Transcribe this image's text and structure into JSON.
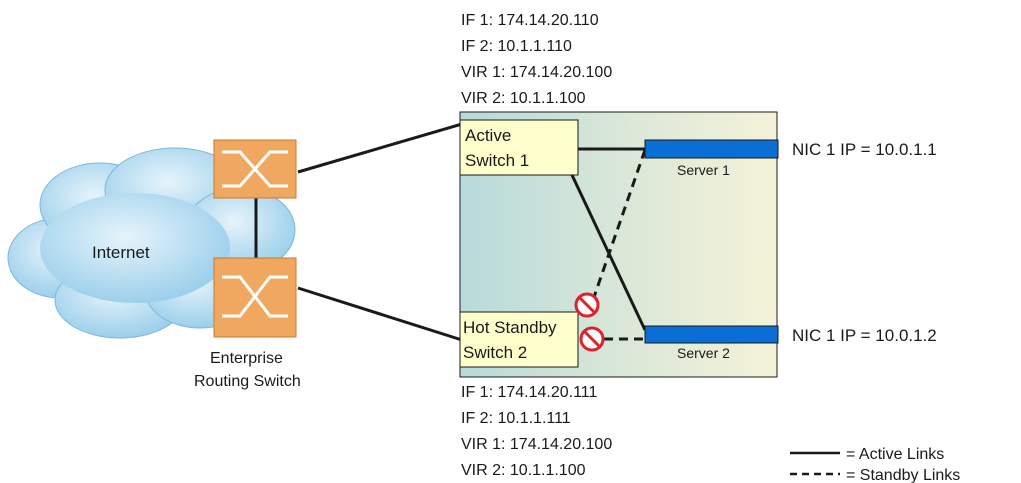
{
  "cloud": {
    "label": "Internet"
  },
  "enterprise_switch": {
    "label_line1": "Enterprise",
    "label_line2": "Routing Switch"
  },
  "switch1": {
    "label_line1": "Active",
    "label_line2": "Switch 1",
    "ip_lines": [
      "IF 1: 174.14.20.110",
      "IF 2: 10.1.1.110",
      "VIR 1: 174.14.20.100",
      "VIR 2: 10.1.1.100"
    ]
  },
  "switch2": {
    "label_line1": "Hot Standby",
    "label_line2": "Switch 2",
    "ip_lines": [
      "IF 1: 174.14.20.111",
      "IF 2: 10.1.1.111",
      "VIR 1: 174.14.20.100",
      "VIR 2: 10.1.1.100"
    ]
  },
  "server1": {
    "label": "Server 1",
    "nic": "NIC 1 IP = 10.0.1.1"
  },
  "server2": {
    "label": "Server 2",
    "nic": "NIC 1 IP = 10.0.1.2"
  },
  "legend": {
    "active": "= Active Links",
    "standby": "= Standby Links"
  },
  "colors": {
    "cloud": "#a9d6ee",
    "router": "#f0a860",
    "panel_left": "#bcdcdc",
    "panel_right": "#f3f2d8",
    "switch_box": "#ffffcc",
    "server_bar": "#0a6fd4",
    "block_icon": "#e0202a"
  }
}
